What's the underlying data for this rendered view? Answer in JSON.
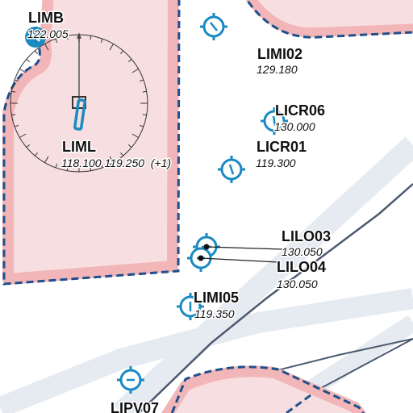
{
  "map": {
    "colors": {
      "background": "#ffffff",
      "zone_fill": "#f7dfe1",
      "zone_band": "#f2b5b8",
      "zone_border": "#1f4f8c",
      "route_band": "#e6ebf2",
      "route_line": "#4b5a70",
      "navaid": "#1a8ac0",
      "compass": "#333333",
      "label": "#111111"
    },
    "airport": {
      "name": "LIML",
      "frequencies": "118.100 119.250  (+1)"
    },
    "navaids": [
      {
        "id": "LIMB",
        "freq": "122.005"
      },
      {
        "id": "LIMI02",
        "freq": "129.180"
      },
      {
        "id": "LICR06",
        "freq": "130.000"
      },
      {
        "id": "LICR01",
        "freq": "119.300"
      },
      {
        "id": "LILO03",
        "freq": "130.050"
      },
      {
        "id": "LILO04",
        "freq": "130.050"
      },
      {
        "id": "LIMI05",
        "freq": "119.350"
      },
      {
        "id": "LIPV07",
        "freq": ""
      }
    ]
  }
}
